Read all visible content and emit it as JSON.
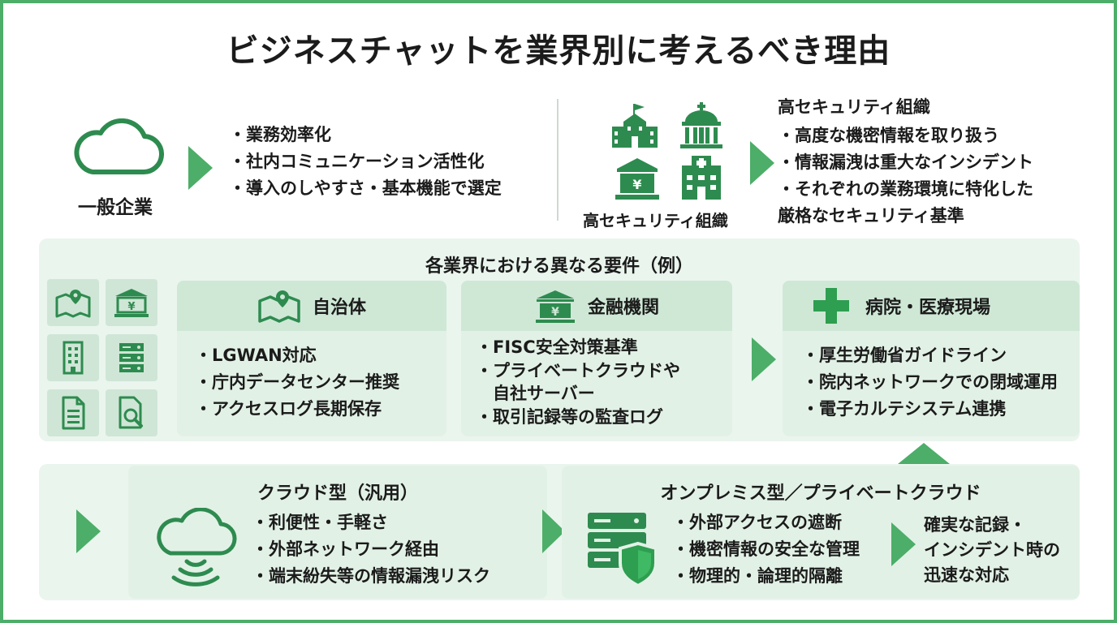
{
  "title": "ビジネスチャットを業界別に考えるべき理由",
  "general": {
    "label": "一般企業",
    "bullets": [
      "・業務効率化",
      "・社内コミュニケーション活性化",
      "・導入のしやすさ・基本機能で選定"
    ]
  },
  "secure": {
    "label": "高セキュリティ組織",
    "heading": "高セキュリティ組織",
    "bullets": [
      "・高度な機密情報を取り扱う",
      "・情報漏洩は重大なインシデント",
      "・それぞれの業務環境に特化した",
      "厳格なセキュリティ基準"
    ]
  },
  "requirements": {
    "title": "各業界における異なる要件（例）",
    "cards": [
      {
        "title": "自治体",
        "bullets": [
          "・LGWAN対応",
          "・庁内データセンター推奨",
          "・アクセスログ長期保存"
        ]
      },
      {
        "title": "金融機関",
        "bullets": [
          "・FISC安全対策基準",
          "・プライベートクラウドや",
          "自社サーバー",
          "・取引記録等の監査ログ"
        ]
      },
      {
        "title": "病院・医療現場",
        "bullets": [
          "・厚生労働省ガイドライン",
          "・院内ネットワークでの閉域運用",
          "・電子カルテシステム連携"
        ]
      }
    ]
  },
  "cloud": {
    "title": "クラウド型（汎用）",
    "bullets": [
      "・利便性・手軽さ",
      "・外部ネットワーク経由",
      "・端末紛失等の情報漏洩リスク"
    ]
  },
  "onprem": {
    "title": "オンプレミス型／プライベートクラウド",
    "bullets": [
      "・外部アクセスの遮断",
      "・機密情報の安全な管理",
      "・物理的・論理的隔離"
    ],
    "result": [
      "確実な記録・",
      "インシデント時の",
      "迅速な対応"
    ]
  },
  "colors": {
    "accent": "#4cae68",
    "dark": "#2e7d4a",
    "panel": "#eaf5ee",
    "card": "#e2f1e6",
    "head": "#cfe8d6"
  },
  "icons": [
    "cloud-icon",
    "school-icon",
    "government-icon",
    "bank-icon",
    "hospital-icon",
    "map-icon",
    "building-icon",
    "server-icon",
    "document-icon",
    "search-document-icon",
    "medical-cross-icon",
    "wireless-cloud-icon",
    "server-shield-icon"
  ]
}
